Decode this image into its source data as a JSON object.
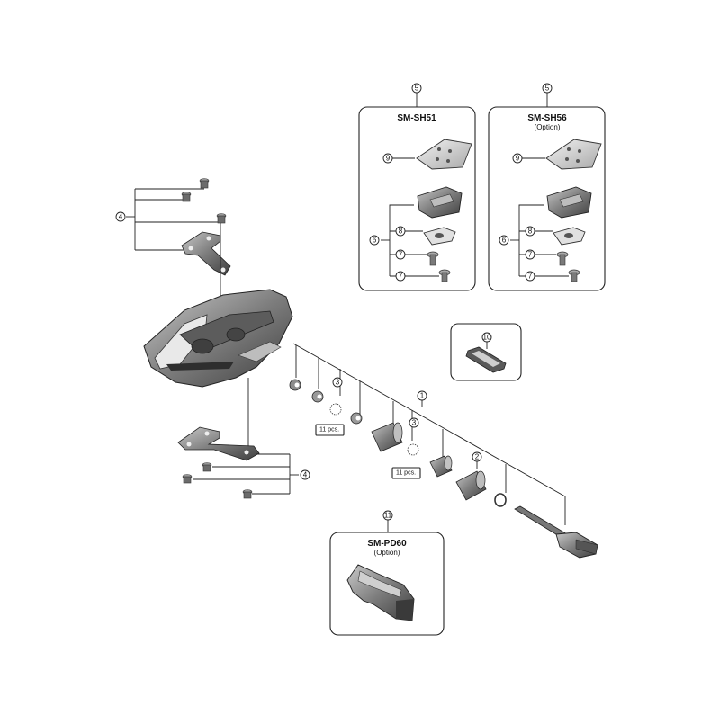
{
  "kits": {
    "sh51": {
      "title": "SM-SH51",
      "ref": "5"
    },
    "sh56": {
      "title": "SM-SH56",
      "subtitle": "(Option)",
      "ref": "5"
    },
    "pd60": {
      "title": "SM-PD60",
      "subtitle": "(Option)",
      "ref": "11"
    },
    "kit10": {
      "ref": "10"
    }
  },
  "cleat_refs": {
    "plate": "9",
    "cleat": "6",
    "nut": "8",
    "bolt": "7"
  },
  "pedal_refs": {
    "reflector_hw": "4",
    "axle_assembly": "1",
    "bearing_cone": "2",
    "steel_balls": "3"
  },
  "balls_qty": "11 pcs.",
  "colors": {
    "line": "#222222",
    "part_dark": "#4a4a4a",
    "part_mid": "#8a8a8a",
    "part_light": "#d6d6d6"
  }
}
